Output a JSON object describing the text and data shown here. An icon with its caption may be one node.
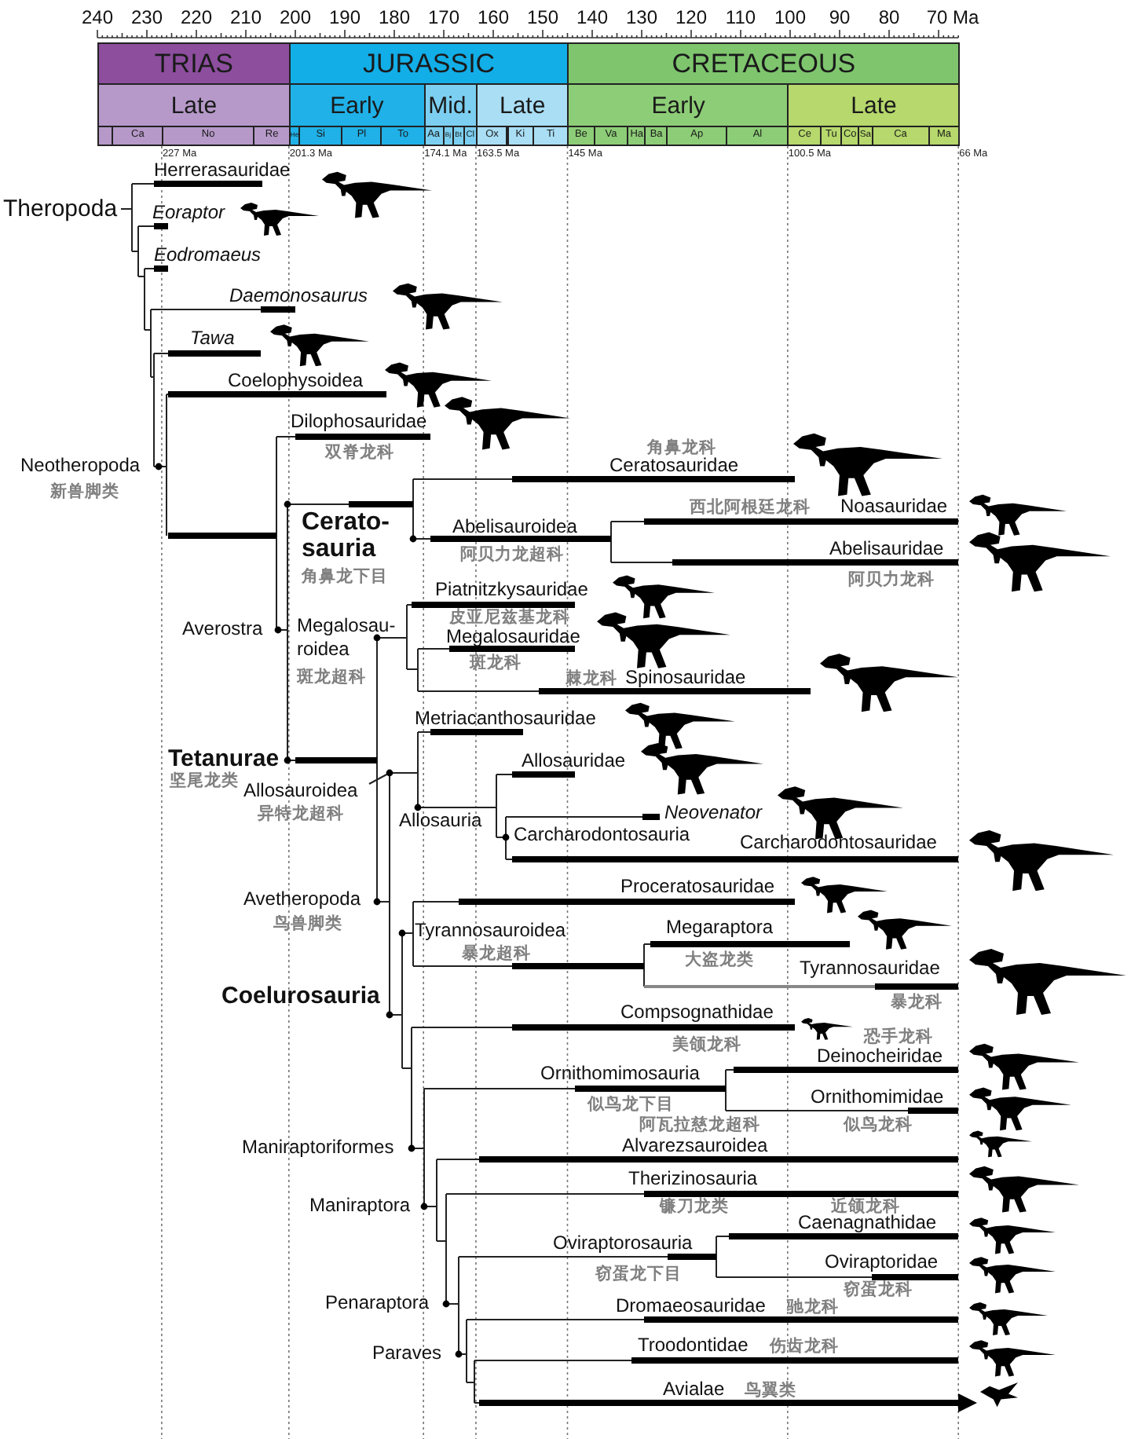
{
  "diagram": {
    "nodes": [
      {
        "text": [
          "TRIAS"
        ]
      },
      {
        "text": [
          "JURASSIC"
        ]
      },
      {
        "text": [
          "CRETACEOUS"
        ]
      },
      {
        "text": [
          "Late"
        ]
      },
      {
        "text": [
          "Early"
        ]
      },
      {
        "text": [
          "Mid."
        ]
      },
      {
        "text": [
          "Late"
        ]
      },
      {
        "text": [
          "Early"
        ]
      },
      {
        "text": [
          "Late"
        ]
      },
      {
        "text": [],
        "shape": "box"
      },
      {
        "text": [
          "Ca"
        ]
      },
      {
        "text": [
          "No"
        ]
      },
      {
        "text": [
          "Re"
        ]
      },
      {
        "text": [
          "He"
        ]
      },
      {
        "text": [
          "Si"
        ]
      },
      {
        "text": [
          "Pl"
        ]
      },
      {
        "text": [
          "To"
        ]
      },
      {
        "text": [
          "Aa"
        ]
      },
      {
        "text": [
          "Bj"
        ]
      },
      {
        "text": [
          "Bt"
        ]
      },
      {
        "text": [
          "Cl"
        ]
      },
      {
        "text": [
          "Ox"
        ]
      },
      {
        "text": [
          "Ki"
        ]
      },
      {
        "text": [
          "Ti"
        ]
      },
      {
        "text": [
          "Be"
        ]
      },
      {
        "text": [
          "Va"
        ]
      },
      {
        "text": [
          "Ha"
        ]
      },
      {
        "text": [
          "Ba"
        ]
      },
      {
        "text": [
          "Ap"
        ]
      },
      {
        "text": [
          "Al"
        ]
      },
      {
        "text": [
          "Ce"
        ]
      },
      {
        "text": [
          "Tu"
        ]
      },
      {
        "text": [
          "Co"
        ]
      },
      {
        "text": [
          "Sa"
        ]
      },
      {
        "text": [
          "Ca"
        ]
      },
      {
        "text": [
          "Ma"
        ]
      }
    ],
    "labels": [
      "240",
      "230",
      "220",
      "210",
      "200",
      "190",
      "180",
      "170",
      "160",
      "150",
      "140",
      "130",
      "120",
      "110",
      "100",
      "90",
      "80",
      "70 Ma",
      "227 Ma",
      "201.3 Ma",
      "174.1 Ma",
      "163.5 Ma",
      "145 Ma",
      "100.5 Ma",
      "66 Ma",
      "Herrerasauridae",
      "Theropoda",
      "Eoraptor",
      "Eodromaeus",
      "Daemonosaurus",
      "Tawa",
      "Coelophysoidea",
      "Dilophosauridae",
      "双脊龙科",
      "角鼻龙科",
      "Neotheropoda",
      "Ceratosauridae",
      "新兽脚类",
      "西北阿根廷龙科",
      "Noasauridae",
      "Cerato- sauria",
      "Abelisauroidea",
      "阿贝力龙超科",
      "Abelisauridae",
      "角鼻龙下目",
      "阿贝力龙科",
      "Piatnitzkysauridae",
      "皮亚尼兹基龙科",
      "Averostra",
      "Megalosau- roidea",
      "Megalosauridae",
      "斑龙科",
      "斑龙超科",
      "棘龙科",
      "Spinosauridae",
      "Metriacanthosauridae",
      "Tetanurae",
      "Allosauridae",
      "坚尾龙类",
      "Allosauroidea",
      "异特龙超科",
      "Neovenator",
      "Allosauria",
      "Carcharodontosauria",
      "Carcharodontosauridae",
      "Proceratosauridae",
      "Avetheropoda",
      "鸟兽脚类",
      "Tyrannosauroidea",
      "Megaraptora",
      "暴龙超科",
      "大盗龙类",
      "Tyrannosauridae",
      "Coelurosauria",
      "暴龙科",
      "Compsognathidae",
      "恐手龙科",
      "美颌龙科",
      "Deinocheiridae",
      "Ornithomimosauria",
      "Ornithomimidae",
      "似鸟龙下目",
      "阿瓦拉慈龙超科",
      "似鸟龙科",
      "Maniraptoriformes",
      "Alvarezsauroidea",
      "Therizinosauria",
      "Maniraptora",
      "镰刀龙类",
      "近颌龙科",
      "Caenagnathidae",
      "Oviraptorosauria",
      "Oviraptoridae",
      "窃蛋龙下目",
      "窃蛋龙科",
      "Penaraptora",
      "Dromaeosauridae",
      "驰龙科",
      "Paraves",
      "Troodontidae",
      "伤齿龙科",
      "Avialae",
      "鸟翼类"
    ]
  }
}
